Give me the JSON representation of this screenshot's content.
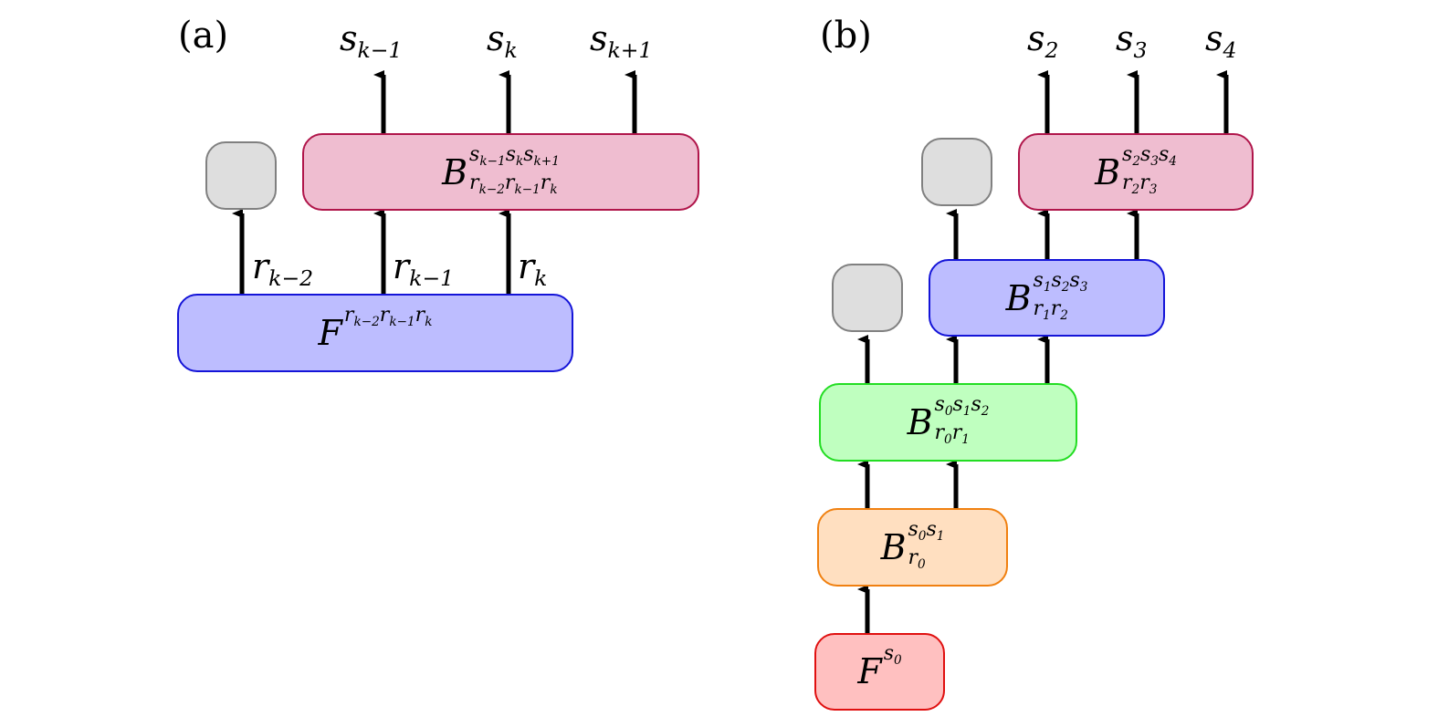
{
  "panels": {
    "a": "(a)",
    "b": "(b)"
  },
  "colors": {
    "gray": {
      "fill": "#dedede",
      "stroke": "#808080"
    },
    "pink": {
      "fill": "#efbdd0",
      "stroke": "#b0154a"
    },
    "blue": {
      "fill": "#bdbdff",
      "stroke": "#1414d8"
    },
    "green": {
      "fill": "#bfffbf",
      "stroke": "#22dd22"
    },
    "orange": {
      "fill": "#ffdfc0",
      "stroke": "#f08010"
    },
    "red": {
      "fill": "#ffc0c0",
      "stroke": "#e01010"
    }
  },
  "panel_a": {
    "outputs": [
      {
        "v": "s",
        "sub": "k−1"
      },
      {
        "v": "s",
        "sub": "k"
      },
      {
        "v": "s",
        "sub": "k+1"
      }
    ],
    "edge_labels": [
      {
        "v": "r",
        "sub": "k−2"
      },
      {
        "v": "r",
        "sub": "k−1"
      },
      {
        "v": "r",
        "sub": "k"
      }
    ],
    "B": {
      "base": "B",
      "sup": [
        {
          "v": "s",
          "sub": "k−1"
        },
        {
          "v": "s",
          "sub": "k"
        },
        {
          "v": "s",
          "sub": "k+1"
        }
      ],
      "sub": [
        {
          "v": "r",
          "sub": "k−2"
        },
        {
          "v": "r",
          "sub": "k−1"
        },
        {
          "v": "r",
          "sub": "k"
        }
      ]
    },
    "F": {
      "base": "F",
      "sup": [
        {
          "v": "r",
          "sub": "k−2"
        },
        {
          "v": "r",
          "sub": "k−1"
        },
        {
          "v": "r",
          "sub": "k"
        }
      ],
      "sub": []
    }
  },
  "panel_b": {
    "outputs": [
      {
        "v": "s",
        "sub": "2"
      },
      {
        "v": "s",
        "sub": "3"
      },
      {
        "v": "s",
        "sub": "4"
      }
    ],
    "B234": {
      "base": "B",
      "sup": [
        {
          "v": "s",
          "sub": "2"
        },
        {
          "v": "s",
          "sub": "3"
        },
        {
          "v": "s",
          "sub": "4"
        }
      ],
      "sub": [
        {
          "v": "r",
          "sub": "2"
        },
        {
          "v": "r",
          "sub": "3"
        }
      ]
    },
    "B123": {
      "base": "B",
      "sup": [
        {
          "v": "s",
          "sub": "1"
        },
        {
          "v": "s",
          "sub": "2"
        },
        {
          "v": "s",
          "sub": "3"
        }
      ],
      "sub": [
        {
          "v": "r",
          "sub": "1"
        },
        {
          "v": "r",
          "sub": "2"
        }
      ]
    },
    "B012": {
      "base": "B",
      "sup": [
        {
          "v": "s",
          "sub": "0"
        },
        {
          "v": "s",
          "sub": "1"
        },
        {
          "v": "s",
          "sub": "2"
        }
      ],
      "sub": [
        {
          "v": "r",
          "sub": "0"
        },
        {
          "v": "r",
          "sub": "1"
        }
      ]
    },
    "B01": {
      "base": "B",
      "sup": [
        {
          "v": "s",
          "sub": "0"
        },
        {
          "v": "s",
          "sub": "1"
        }
      ],
      "sub": [
        {
          "v": "r",
          "sub": "0"
        }
      ]
    },
    "F0": {
      "base": "F",
      "sup": [
        {
          "v": "s",
          "sub": "0"
        }
      ],
      "sub": []
    }
  }
}
